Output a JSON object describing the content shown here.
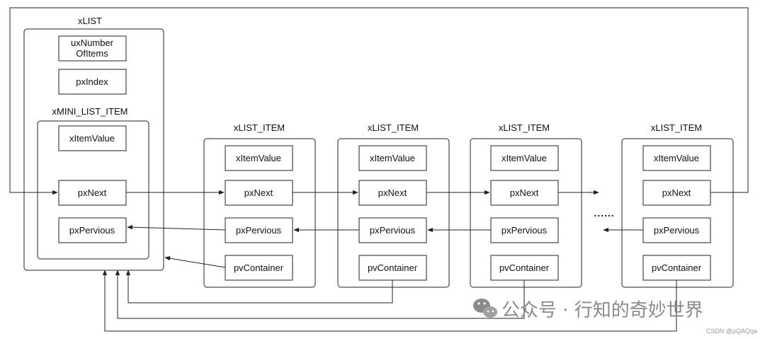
{
  "list": {
    "title": "xLIST",
    "number_of_items": [
      "uxNumber",
      "OfItems"
    ],
    "index": "pxIndex",
    "mini_item_title": "xMINI_LIST_ITEM",
    "mini_item": {
      "item_value": "xItemValue",
      "next": "pxNext",
      "previous": "pxPervious"
    }
  },
  "list_items": [
    {
      "title": "xLIST_ITEM",
      "item_value": "xItemValue",
      "next": "pxNext",
      "previous": "pxPervious",
      "container": "pvContainer"
    },
    {
      "title": "xLIST_ITEM",
      "item_value": "xItemValue",
      "next": "pxNext",
      "previous": "pxPervious",
      "container": "pvContainer"
    },
    {
      "title": "xLIST_ITEM",
      "item_value": "xItemValue",
      "next": "pxNext",
      "previous": "pxPervious",
      "container": "pvContainer"
    },
    {
      "title": "xLIST_ITEM",
      "item_value": "xItemValue",
      "next": "pxNext",
      "previous": "pxPervious",
      "container": "pvContainer"
    }
  ],
  "ellipsis": "......",
  "watermark": {
    "text": "公众号 · 行知的奇妙世界",
    "icon": "wechat-icon"
  },
  "credit": "CSDN @pQAQqa",
  "colors": {
    "stroke": "#222222",
    "text": "#111111",
    "watermark": "#8a8a8a"
  }
}
